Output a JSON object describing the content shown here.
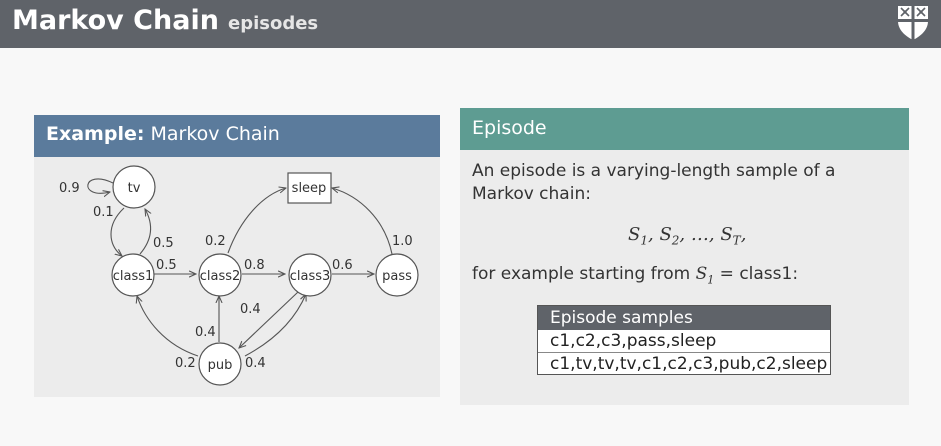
{
  "header": {
    "title": "Markov Chain",
    "subtitle": "episodes",
    "logo_icon": "shield-crest-icon"
  },
  "example_panel": {
    "title_bold": "Example:",
    "title_rest": " Markov Chain",
    "states": [
      "tv",
      "class1",
      "class2",
      "class3",
      "pass",
      "pub",
      "sleep"
    ],
    "edge_labels": {
      "tv_self": "0.9",
      "tv_to_class1": "0.1",
      "class1_to_tv": "0.5",
      "class1_to_class2": "0.5",
      "class2_to_sleep": "0.2",
      "class2_to_class3": "0.8",
      "class3_to_pass": "0.6",
      "pass_to_sleep": "1.0",
      "class3_to_pub": "0.4",
      "pub_to_class2": "0.4",
      "pub_to_class1": "0.2",
      "pub_to_class3": "0.4"
    }
  },
  "episode_panel": {
    "title": "Episode",
    "para1": "An episode is a varying-length sample of a Markov chain:",
    "formula": {
      "s1": "S",
      "s1_sub": "1",
      "s2": "S",
      "s2_sub": "2",
      "ellipsis": "…",
      "st": "S",
      "st_sub": "T",
      "sep": ", ",
      "end": ","
    },
    "para2_prefix": "for example starting from ",
    "para2_var": "S",
    "para2_var_sub": "1",
    "para2_suffix": " = class1:",
    "samples": {
      "header": "Episode samples",
      "rows": [
        "c1,c2,c3,pass,sleep",
        "c1,tv,tv,tv,c1,c2,c3,pub,c2,sleep"
      ]
    }
  },
  "colors": {
    "title_bar": "#5f6369",
    "example_header": "#5b7b9c",
    "episode_header": "#5e9c92",
    "panel_bg": "#ececec"
  }
}
